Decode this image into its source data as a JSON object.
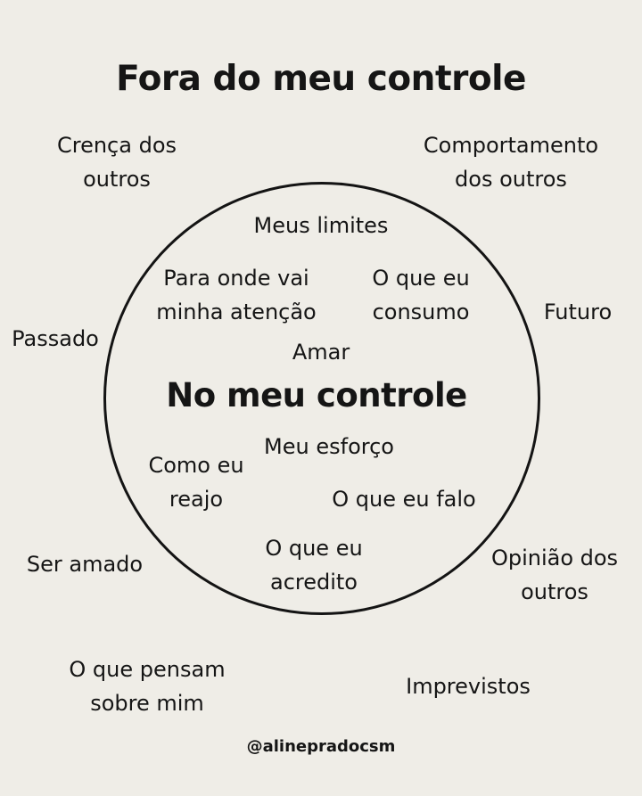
{
  "title": "Fora do meu controle",
  "center_title": "No meu controle",
  "outside_items": {
    "crenca": "Crença dos\noutros",
    "comportamento": "Comportamento\ndos outros",
    "passado": "Passado",
    "futuro": "Futuro",
    "ser_amado": "Ser amado",
    "opiniao": "Opinião dos\noutros",
    "pensam": "O que pensam\nsobre mim",
    "imprevistos": "Imprevistos"
  },
  "inside_items": {
    "limites": "Meus limites",
    "atencao": "Para onde vai\nminha atenção",
    "consumo": "O que eu\nconsumo",
    "amar": "Amar",
    "esforco": "Meu esforço",
    "reajo": "Como eu\nreajo",
    "falo": "O que eu falo",
    "acredito": "O que eu\nacredito"
  },
  "credit": "@alinepradocsm"
}
